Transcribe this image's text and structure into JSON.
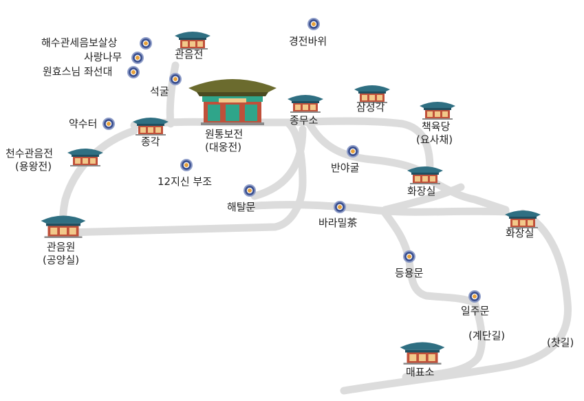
{
  "places": {
    "gwaneumjeon": "관음전",
    "gyeongjeon_bawi": "경전바위",
    "haesu": "해수관세음보살상",
    "sarang": "사랑나무",
    "wonhyo": "원효스님 좌선대",
    "seokgul": "석굴",
    "wontong": "원통보전",
    "wontong_sub": "(대웅전)",
    "jongmuso": "종무소",
    "samseonggak": "삼성각",
    "chaekyukdang": "책육당",
    "chaekyukdang_sub": "(요사채)",
    "yaksuteo": "약수터",
    "jonggak": "종각",
    "cheonsu": "천수관음전",
    "cheonsu_sub": "(용왕전)",
    "sibiji": "12지신 부조",
    "banyagul": "반야굴",
    "hwajangsil1": "화장실",
    "haetalmun": "해탈문",
    "baramil": "바라밀茶",
    "hwajangsil2": "화장실",
    "gwaneumwon": "관음원",
    "gwaneumwon_sub": "(공양실)",
    "deungyongmun": "등용문",
    "iljumun": "일주문",
    "gyedangil": "(계단길)",
    "chatgil": "(찻길)",
    "maepyoso": "매표소"
  },
  "colors": {
    "path": "#dcdcdc",
    "roof": "#2f6f82",
    "roof_dark": "#1f4f60",
    "wall": "#c0503a",
    "window": "#f2c98a",
    "pin_blue": "#3a4f8f",
    "pin_gold": "#e8a13a",
    "main_roof": "#6b6b2e"
  },
  "icons": {
    "marker": "lotus-marker-icon",
    "building": "temple-building-icon"
  }
}
